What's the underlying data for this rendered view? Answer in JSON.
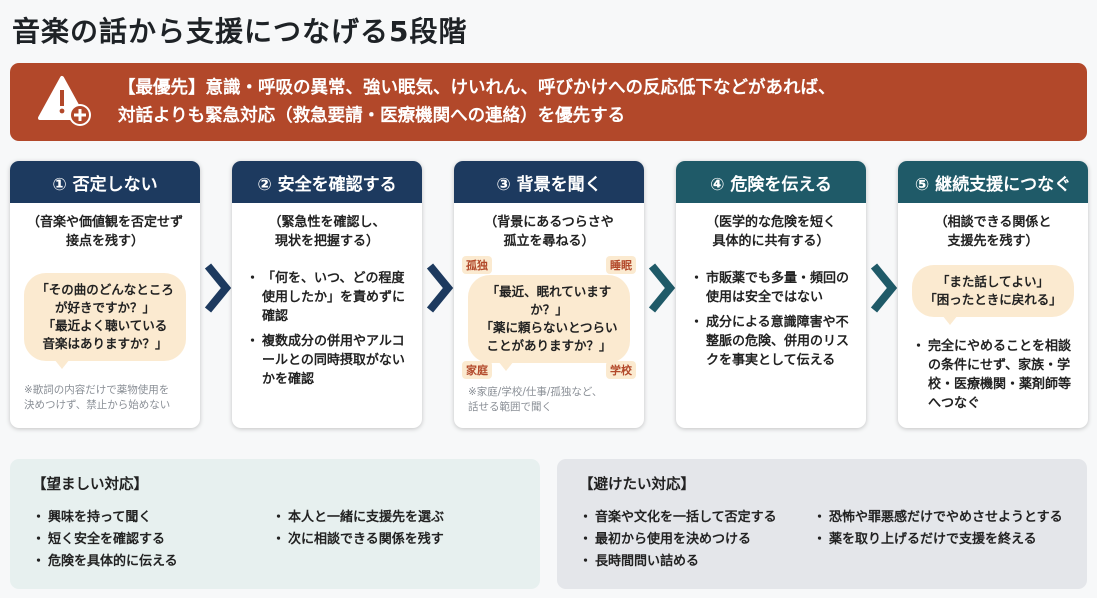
{
  "title": "音楽の話から支援につなげる5段階",
  "alert": {
    "line1": "【最優先】意識・呼吸の異常、強い眠気、けいれん、呼びかけへの反応低下などがあれば、",
    "line2": "対話よりも緊急対応（救急要請・医療機関への連絡）を優先する",
    "icon": "warning-medical-icon",
    "color": "#b2482a"
  },
  "steps": [
    {
      "header": "① 否定しない",
      "sub": [
        "（音楽や価値観を否定せず",
        "接点を残す）"
      ],
      "bubble": [
        "「その曲のどんなところ",
        "が好きですか？」",
        "「最近よく聴いている",
        "音楽はありますか？」"
      ],
      "note": [
        "※歌詞の内容だけで薬物使用を",
        "決めつけず、禁止から始めない"
      ]
    },
    {
      "header": "② 安全を確認する",
      "sub": [
        "（緊急性を確認し、",
        "現状を把握する）"
      ],
      "bullets": [
        "「何を、いつ、どの程度使用したか」を責めずに確認",
        "複数成分の併用やアルコールとの同時摂取がないかを確認"
      ]
    },
    {
      "header": "③ 背景を聞く",
      "sub": [
        "（背景にあるつらさや",
        "孤立を尋ねる）"
      ],
      "tags": [
        "孤独",
        "睡眠",
        "家庭",
        "学校"
      ],
      "bubble": [
        "「最近、眠れています",
        "か？」",
        "「薬に頼らないとつらい",
        "ことがありますか？」"
      ],
      "note": [
        "※家庭/学校/仕事/孤独など、",
        "話せる範囲で聞く"
      ]
    },
    {
      "header": "④ 危険を伝える",
      "sub": [
        "（医学的な危険を短く",
        "具体的に共有する）"
      ],
      "bullets": [
        "市販薬でも多量・頻回の使用は安全ではない",
        "成分による意識障害や不整脈の危険、併用のリスクを事実として伝える"
      ]
    },
    {
      "header": "⑤ 継続支援につなぐ",
      "sub": [
        "（相談できる関係と",
        "支援先を残す）"
      ],
      "bubble": [
        "「また話してよい」",
        "「困ったときに戻れる」"
      ],
      "bullets": [
        "完全にやめることを相談の条件にせず、家族・学校・医療機関・薬剤師等へつなぐ"
      ]
    }
  ],
  "good": {
    "title": "【望ましい対応】",
    "col1": [
      "興味を持って聞く",
      "短く安全を確認する",
      "危険を具体的に伝える"
    ],
    "col2": [
      "本人と一緒に支援先を選ぶ",
      "次に相談できる関係を残す"
    ]
  },
  "bad": {
    "title": "【避けたい対応】",
    "col1": [
      "音楽や文化を一括して否定する",
      "最初から使用を決めつける",
      "長時間問い詰める"
    ],
    "col2": [
      "恐怖や罪悪感だけでやめさせようとする",
      "薬を取り上げるだけで支援を終える"
    ]
  },
  "colors": {
    "navy": "#1d3a5f",
    "teal": "#1f5a68",
    "bubble": "#fbead0",
    "good_bg": "#e7f0ef",
    "bad_bg": "#e4e6ea"
  }
}
